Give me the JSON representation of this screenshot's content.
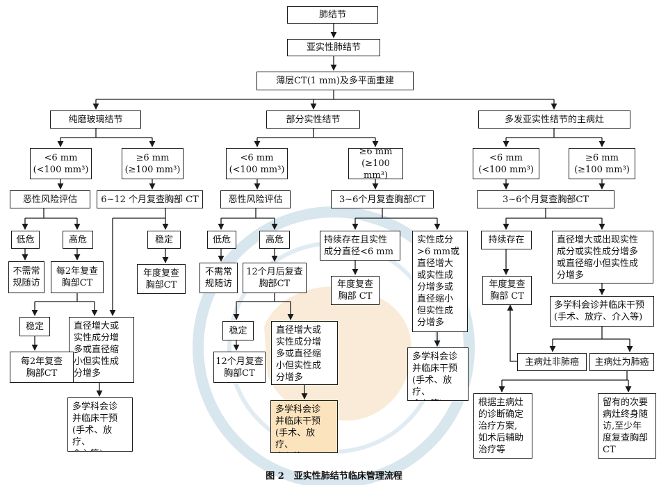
{
  "nodes": {
    "n1": "肺结节",
    "n2": "亚实性肺结节",
    "n3": "薄层CT(1 mm)及多平面重建",
    "pg": "纯磨玻璃结节",
    "ps": "部分实性结节",
    "mm": "多发亚实性结节的主病灶",
    "pg_small": "<6 mm\n(<100 mm³)",
    "pg_big": "≥6 mm\n(≥100 mm³)",
    "ps_small": "<6 mm\n(<100 mm³)",
    "ps_big": "≥6 mm\n(≥100 mm³)",
    "mm_small": "<6 mm\n(<100 mm³)",
    "mm_big": "≥6 mm\n(≥100 mm³)",
    "pg_risk": "恶性风险评估",
    "pg_ct612": "6~12 个月复查胸部 CT",
    "ps_risk": "恶性风险评估",
    "ps_ct36": "3~6个月复查胸部CT",
    "mm_ct36": "3~6个月复查胸部CT",
    "pg_low": "低危",
    "pg_high": "高危",
    "pg_stable": "稳定",
    "ps_low": "低危",
    "ps_high": "高危",
    "ps_persist": "持续存在且实性\n成分直径<6 mm",
    "ps_solid": "实性成分\n>6 mm或\n直径增大\n或实性成\n分增多或\n直径缩小\n但实性成\n分增多",
    "mm_persist": "持续存在",
    "mm_grow": "直径增大或出现实性\n成分或实性成分增多\n或直径缩小但实性成\n分增多",
    "pg_nofollow": "不需常\n规随访",
    "pg_2yr": "每2年复查\n胸部CT",
    "pg_annual": "年度复查\n胸部CT",
    "ps_nofollow": "不需常\n规随访",
    "ps_12mo": "12个月后复查\n胸部CT",
    "ps_annual": "年度复查\n胸部 CT",
    "mm_annual": "年度复查\n胸部 CT",
    "mm_mdt": "多学科会诊并临床干预\n(手术、放疗、介入等)",
    "pg_stable2": "稳定",
    "pg_change": "直径增大或\n实性成分增\n多或直径缩\n小但实性成\n分增多",
    "ps_stable2": "稳定",
    "ps_change": "直径增大或\n实性成分增\n多或直径缩\n小但实性成\n分增多",
    "ps_mdt_right": "多学科会诊\n并临床干预\n(手术、放疗、\n介入等)",
    "mm_notcancer": "主病灶非肺癌",
    "mm_cancer": "主病灶为肺癌",
    "pg_2yr_b": "每2年复查\n胸部CT",
    "ps_12mo_b": "12个月复查\n胸部CT",
    "pg_mdt": "多学科会诊\n并临床干预\n(手术、放疗、\n介入等)",
    "ps_mdt": "多学科会诊\n并临床干预\n(手术、放疗、\n介入等)",
    "mm_plan": "根据主病灶\n的诊断确定\n治疗方案,\n如术后辅助\n治疗等",
    "mm_followup": "留有的次要\n病灶终身随\n访,至少年\n度复查胸部\nCT"
  },
  "caption": {
    "label": "图 2",
    "title": "亚实性肺结节临床管理流程"
  },
  "colors": {
    "line": "#1a1a1a",
    "highlight": "#fbe3bd",
    "watermark": "#d8e6ee"
  }
}
